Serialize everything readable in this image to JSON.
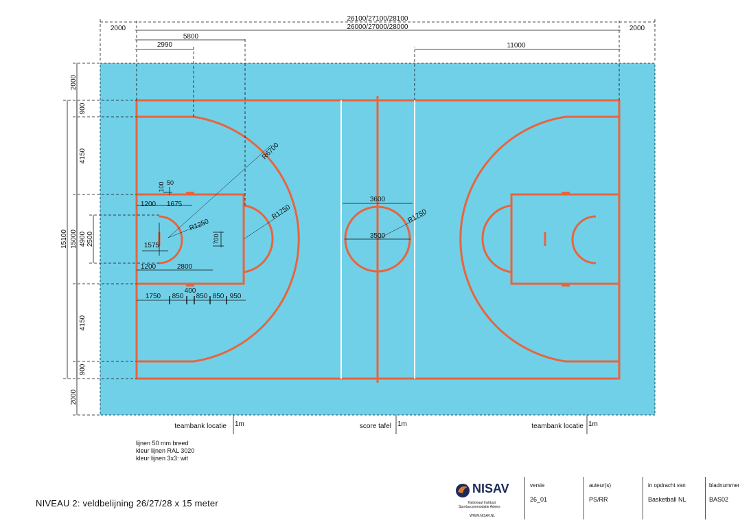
{
  "dimensions": {
    "top_total_outer": "26100/27100/28100",
    "top_total_inner": "26000/27000/28000",
    "runout_left": "2000",
    "runout_right": "2000",
    "width_5800": "5800",
    "width_2990": "2990",
    "width_11000": "11000",
    "left_2000_top": "2000",
    "left_900_top": "900",
    "left_4150_top": "4150",
    "left_15100": "15100",
    "left_15000": "15000",
    "left_4900": "4900",
    "left_2500": "2500",
    "left_4150_bottom": "4150",
    "left_900_bottom": "900",
    "left_2000_bottom": "2000",
    "key_100": "100",
    "key_50": "50",
    "key_1200_a": "1200",
    "key_1675": "1675",
    "key_1575": "1575",
    "key_1200_b": "1200",
    "key_2800": "2800",
    "key_700": "700",
    "radius_6700": "R6700",
    "radius_1250": "R1250",
    "radius_1750_key": "R1750",
    "radius_1750_center": "R1750",
    "center_3600": "3600",
    "center_3500": "3500",
    "bottom_1750": "1750",
    "bottom_850_a": "850",
    "bottom_400": "400",
    "bottom_850_b": "850",
    "bottom_850_c": "850",
    "bottom_950": "950"
  },
  "locations": {
    "teambank_left": "teambank locatie",
    "score_table": "score tafel",
    "teambank_right": "teambank locatie",
    "marker_1m_a": "1m",
    "marker_1m_b": "1m",
    "marker_1m_c": "1m"
  },
  "notes": [
    "lijnen 50 mm breed",
    "kleur lijnen RAL 3020",
    "kleur lijnen 3x3: wit"
  ],
  "title": "NIVEAU 2: veldbelijning 26/27/28 x 15 meter",
  "title_block": {
    "logo_text": "NISAV",
    "logo_sub_1": "Nationaal Instituut",
    "logo_sub_2": "Sportaccommodatie Advies",
    "logo_url": "WWW.NISAV.NL",
    "version_label": "versie",
    "version_value": "26_01",
    "author_label": "auteur(s)",
    "author_value": "PS/RR",
    "client_label": "in opdracht van",
    "client_value": "Basketball NL",
    "sheet_label": "bladnummer",
    "sheet_value": "BAS02"
  },
  "colors": {
    "field": "#70d0e8",
    "line": "#e8643c",
    "white_line": "#ffffff",
    "dimension": "#111111",
    "logo_orange": "#e07a2a",
    "logo_navy": "#1b2a5a"
  }
}
